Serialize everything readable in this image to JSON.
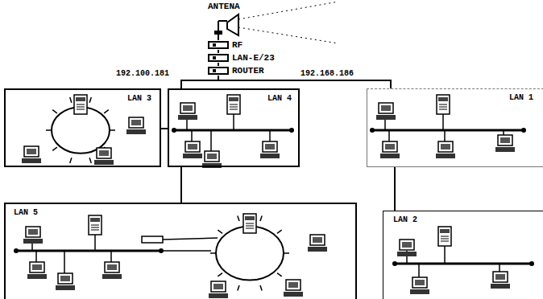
{
  "diagram": {
    "nodes": [
      {
        "text": [
          "ANTENA"
        ]
      },
      {
        "text": [
          "RF"
        ]
      },
      {
        "text": [
          "LAN-E/23"
        ]
      },
      {
        "text": [
          "ROUTER"
        ]
      },
      {
        "text": [
          "LAN 3"
        ]
      },
      {
        "text": [
          "LAN 4"
        ]
      },
      {
        "text": [
          "LAN 1"
        ]
      },
      {
        "text": [
          "LAN 5"
        ]
      },
      {
        "text": [
          "LAN 2"
        ]
      }
    ],
    "edges": [
      {
        "from": 0,
        "to": 1,
        "arrow": "none"
      },
      {
        "from": 1,
        "to": 2,
        "arrow": "none"
      },
      {
        "from": 2,
        "to": 3,
        "arrow": "none"
      },
      {
        "from": 3,
        "to": 5,
        "arrow": "none",
        "label": "192.100.181"
      },
      {
        "from": 3,
        "to": 6,
        "arrow": "none",
        "label": "192.168.186"
      },
      {
        "from": 4,
        "to": 5,
        "arrow": "none"
      },
      {
        "from": 5,
        "to": 7,
        "arrow": "none"
      },
      {
        "from": 6,
        "to": 8,
        "arrow": "none"
      }
    ]
  }
}
